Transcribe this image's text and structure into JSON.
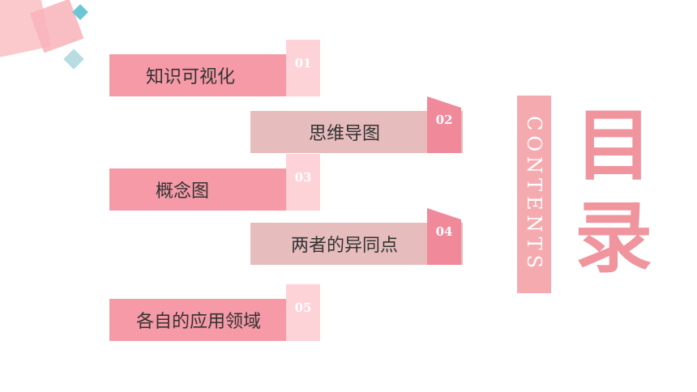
{
  "menu": {
    "items": [
      {
        "label": "知识可视化",
        "number": "01"
      },
      {
        "label": "思维导图",
        "number": "02"
      },
      {
        "label": "概念图",
        "number": "03"
      },
      {
        "label": "两者的异同点",
        "number": "04"
      },
      {
        "label": "各自的应用领域",
        "number": "05"
      }
    ]
  },
  "side": {
    "contents_label": "CONTENTS",
    "title_char_1": "目",
    "title_char_2": "录"
  },
  "colors": {
    "pink": "#f59aa6",
    "rose": "#e7bcbd",
    "accent": "#f0949e",
    "teal": "#6cc6d6"
  }
}
